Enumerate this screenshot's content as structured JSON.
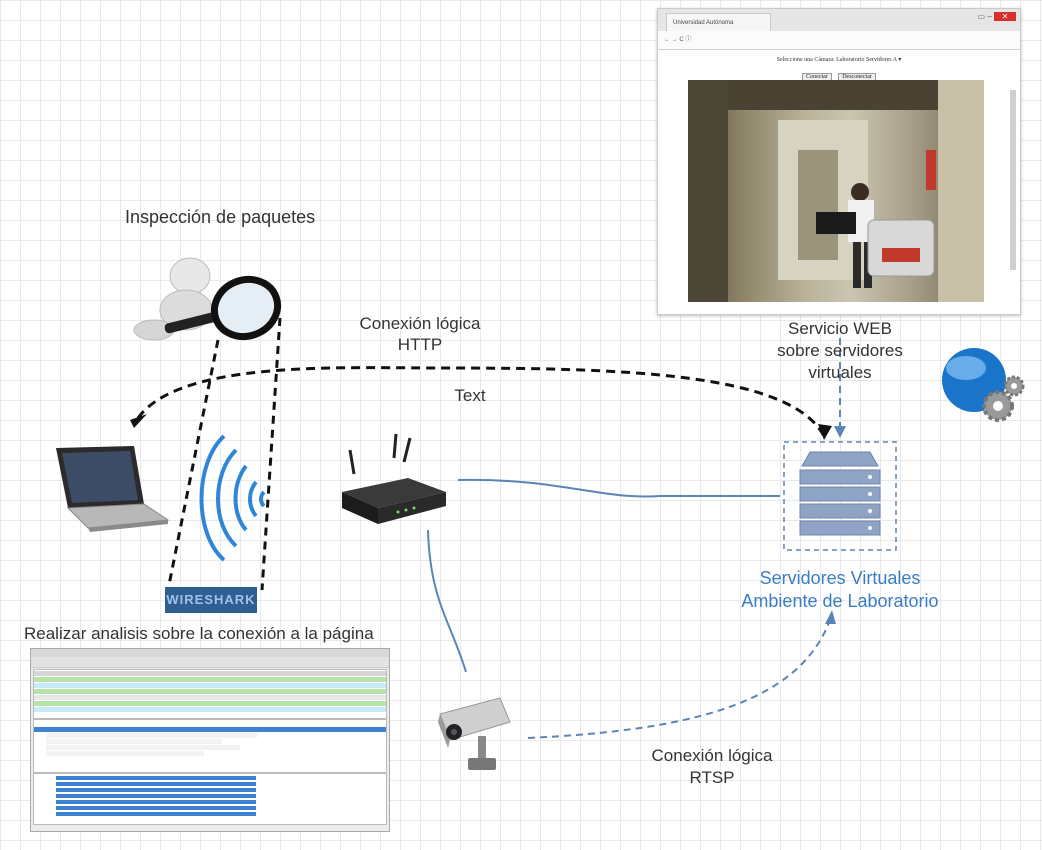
{
  "labels": {
    "inspeccion": "Inspección de paquetes",
    "http_line1": "Conexión lógica",
    "http_line2": "HTTP",
    "text_label": "Text",
    "servicio_line1": "Servicio WEB",
    "servicio_line2": "sobre servidores",
    "servicio_line3": "virtuales",
    "servidores_line1": "Servidores Virtuales",
    "servidores_line2": "Ambiente de Laboratorio",
    "analisis": "Realizar analisis sobre la conexión a la página",
    "rtsp_line1": "Conexión lógica",
    "rtsp_line2": "RTSP",
    "wireshark_logo": "WIRESHARK"
  },
  "browser": {
    "tab_title": "Universidad Autónoma",
    "selector_text": "Seleccione una Cámara:",
    "selector_value": "Laboratorio Servidores A",
    "connect_button": "Conectar",
    "disconnect_button": "Desconectar"
  },
  "colors": {
    "arrow_black": "#111111",
    "link_blue": "#5b85b7",
    "label_blue": "#3a7dc4",
    "wifi_blue": "#2f86d6"
  },
  "icons": [
    "magnifier-person-icon",
    "laptop-icon",
    "wifi-signal-icon",
    "router-icon",
    "server-icon",
    "cloud-gear-icon",
    "security-camera-icon"
  ]
}
